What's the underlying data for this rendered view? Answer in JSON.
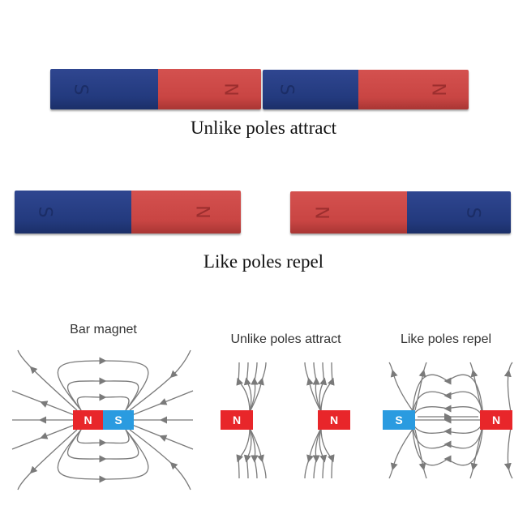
{
  "photo": {
    "row1": {
      "magnets": [
        {
          "left_pole": "S",
          "right_pole": "N"
        },
        {
          "left_pole": "S",
          "right_pole": "N"
        }
      ],
      "caption": "Unlike poles attract"
    },
    "row2": {
      "magnets": [
        {
          "left_pole": "S",
          "right_pole": "N"
        },
        {
          "left_pole": "N",
          "right_pole": "S"
        }
      ],
      "caption": "Like poles repel"
    }
  },
  "diagrams": [
    {
      "title": "Bar magnet",
      "poles": [
        "N",
        "S"
      ]
    },
    {
      "title": "Unlike poles attract",
      "poles": [
        "N",
        "N"
      ]
    },
    {
      "title": "Like poles repel",
      "poles": [
        "S",
        "N"
      ]
    }
  ],
  "colors": {
    "north": "#e8262a",
    "south": "#2a9be0",
    "field_line": "#7a7a7a"
  }
}
